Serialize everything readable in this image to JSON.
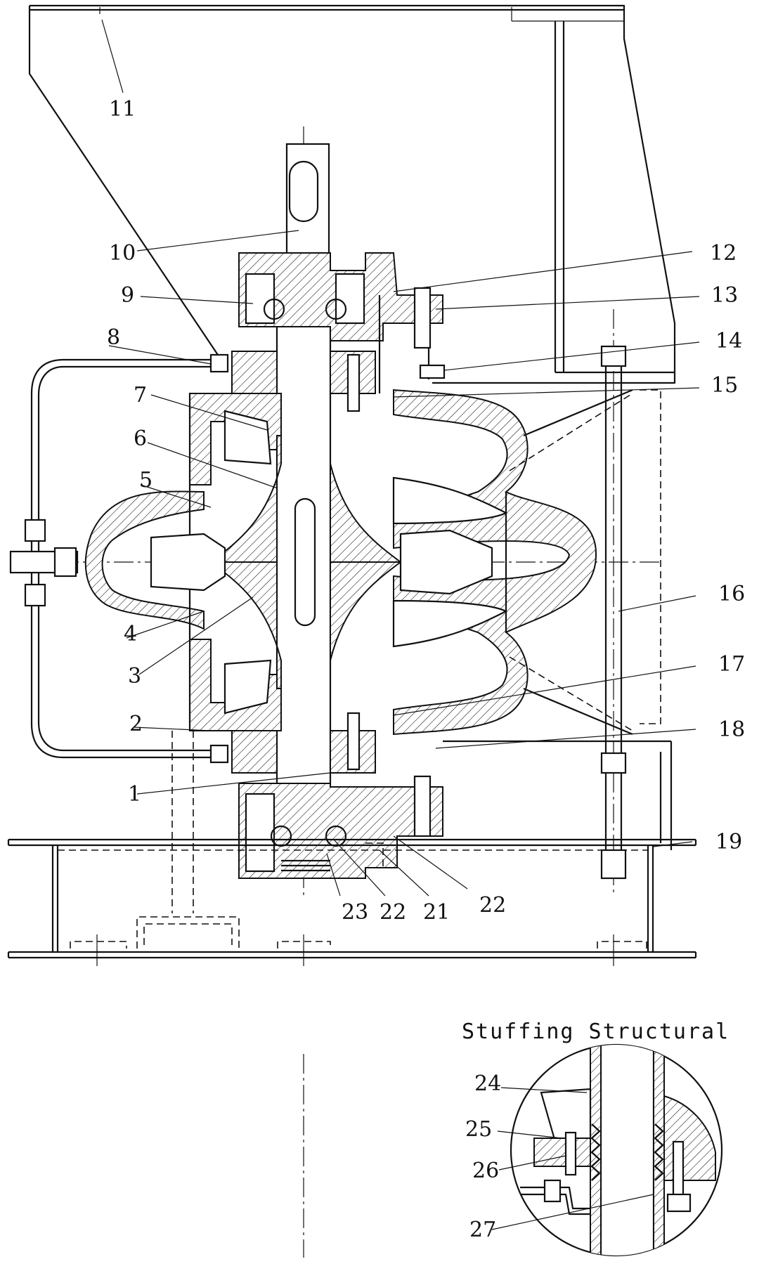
{
  "drawing": {
    "caption": "Stuffing Structural",
    "part_labels": [
      "1",
      "2",
      "3",
      "4",
      "5",
      "6",
      "7",
      "8",
      "9",
      "10",
      "11",
      "12",
      "13",
      "14",
      "15",
      "16",
      "17",
      "18",
      "19",
      "21",
      "22",
      "22",
      "23",
      "24",
      "25",
      "26",
      "27"
    ]
  }
}
